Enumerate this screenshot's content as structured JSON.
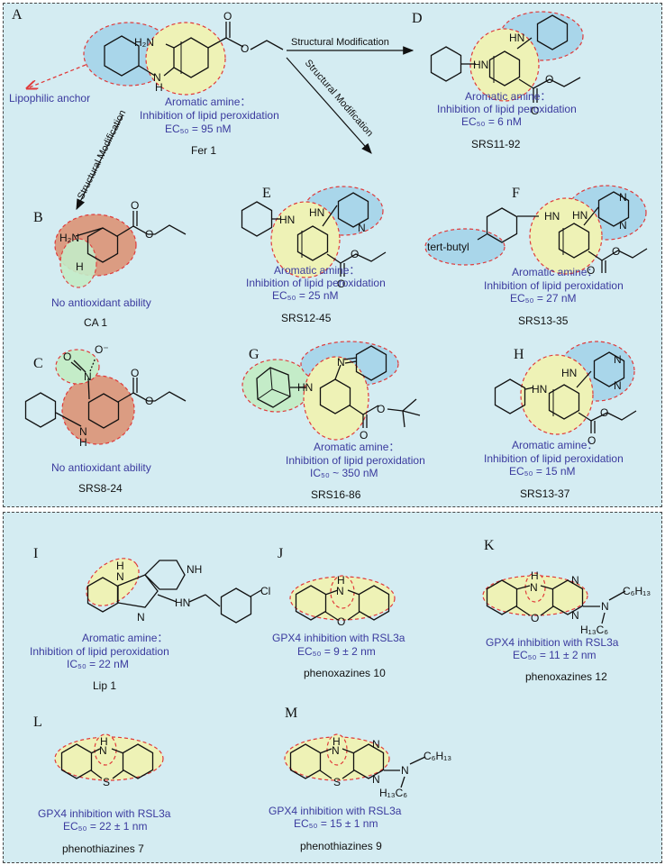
{
  "labels": {
    "A": "A",
    "B": "B",
    "C": "C",
    "D": "D",
    "E": "E",
    "F": "F",
    "G": "G",
    "H": "H",
    "I": "I",
    "J": "J",
    "K": "K",
    "L": "L",
    "M": "M"
  },
  "arrows": {
    "mod_right": "Structural Modification",
    "mod_diag": "Structural Modification",
    "mod_down": "Structural Modification"
  },
  "anchor": "Lipophilic anchor",
  "tert_butyl": "tert-butyl",
  "atoms": {
    "H2N": "H₂N",
    "HN": "HN",
    "H": "H",
    "N": "N",
    "NH": "NH",
    "O": "O",
    "Om": "O⁻",
    "Np": "N⁺",
    "S": "S",
    "Cl": "Cl",
    "C6H13": "C₆H₁₃",
    "H13C6": "H₁₃C₆"
  },
  "compounds": {
    "A": {
      "l1": "Aromatic amine：",
      "l2": "Inhibition of lipid peroxidation",
      "l3": "EC₅₀ = 95 nM",
      "name": "Fer 1"
    },
    "B": {
      "l1": "No antioxidant ability",
      "name": "CA 1"
    },
    "C": {
      "l1": "No antioxidant ability",
      "name": "SRS8-24"
    },
    "D": {
      "l1": "Aromatic amine：",
      "l2": "Inhibition of lipid peroxidation",
      "l3": "EC₅₀ = 6 nM",
      "name": "SRS11-92"
    },
    "E": {
      "l1": "Aromatic amine：",
      "l2": "Inhibition of lipid peroxidation",
      "l3": "EC₅₀ = 25 nM",
      "name": "SRS12-45"
    },
    "F": {
      "l1": "Aromatic amine：",
      "l2": "Inhibition of lipid peroxidation",
      "l3": "EC₅₀ = 27 nM",
      "name": "SRS13-35"
    },
    "G": {
      "l1": "Aromatic amine：",
      "l2": "Inhibition of lipid peroxidation",
      "l3": "IC₅₀ ~ 350 nM",
      "name": "SRS16-86"
    },
    "H": {
      "l1": "Aromatic amine：",
      "l2": "Inhibition of lipid peroxidation",
      "l3": "EC₅₀ = 15 nM",
      "name": "SRS13-37"
    },
    "I": {
      "l1": "Aromatic amine：",
      "l2": "Inhibition of lipid peroxidation",
      "l3": "IC₅₀ = 22 nM",
      "name": "Lip 1"
    },
    "J": {
      "l1": "GPX4 inhibition with RSL3a",
      "l2": "EC₅₀ = 9 ± 2 nm",
      "name": "phenoxazines 10"
    },
    "K": {
      "l1": "GPX4 inhibition with RSL3a",
      "l2": "EC₅₀ = 11 ± 2 nm",
      "name": "phenoxazines 12"
    },
    "L": {
      "l1": "GPX4 inhibition with RSL3a",
      "l2": "EC₅₀ = 22 ± 1 nm",
      "name": "phenothiazines 7"
    },
    "M": {
      "l1": "GPX4 inhibition with RSL3a",
      "l2": "EC₅₀ = 15 ± 1 nm",
      "name": "phenothiazines 9"
    }
  },
  "colors": {
    "panel": "#d4ecf2",
    "yellow": "#eef2b6",
    "blue": "#a9d6ea",
    "green": "#c4ecc8",
    "orange": "#db9c82",
    "dash": "#e03a3a",
    "textblue": "#3a3a9e"
  }
}
